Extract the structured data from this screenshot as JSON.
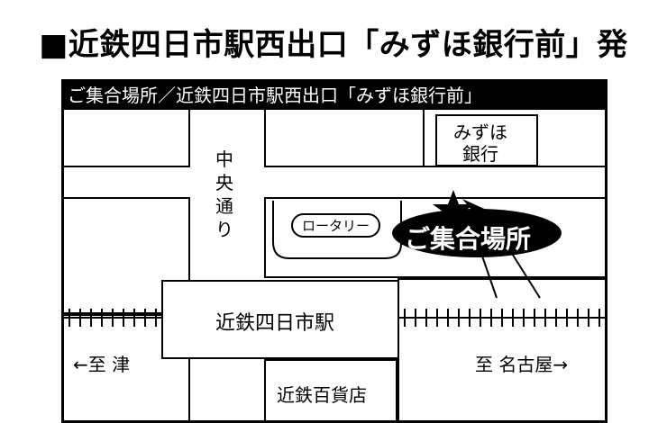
{
  "heading": "■近鉄四日市駅西出口「みずほ銀行前」発",
  "map": {
    "banner": "ご集合場所／近鉄四日市駅西出口「みずほ銀行前」",
    "bank_label_line1": "みずほ",
    "bank_label_line2": "銀行",
    "street_label_chars": [
      "中",
      "央",
      "通",
      "り"
    ],
    "rotary_label": "ロータリー",
    "meeting_point_label": "ご集合場所",
    "station_label": "近鉄四日市駅",
    "to_tsu": "←至 津",
    "to_nagoya": "至 名古屋→",
    "department_store": "近鉄百貨店"
  }
}
